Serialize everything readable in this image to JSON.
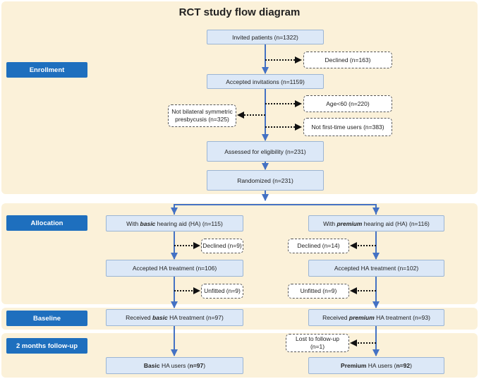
{
  "title": "RCT study flow diagram",
  "stages": {
    "enrollment": "Enrollment",
    "allocation": "Allocation",
    "baseline": "Baseline",
    "followup": "2 months follow-up"
  },
  "enrollment": {
    "invited": "Invited patients (n=1322)",
    "declined": "Declined (n=163)",
    "accepted": "Accepted invitations (n=1159)",
    "age": "Age<60 (n=220)",
    "not_first_time": "Not first-time users (n=383)",
    "not_bilateral_line1": "Not bilateral symmetric",
    "not_bilateral_line2": "presbycusis (n=325)",
    "assessed": "Assessed for eligibility (n=231)",
    "randomized": "Randomized (n=231)"
  },
  "basic": {
    "alloc_pre": "With ",
    "alloc_em": "basic",
    "alloc_post": " hearing aid (HA) (n=115)",
    "declined": "Declined (n=9)",
    "accepted": "Accepted HA treatment (n=106)",
    "unfitted": "Unfitted (n=9)",
    "received_pre": "Received ",
    "received_em": "basic",
    "received_post": " HA treatment (n=97)",
    "final_bold": "Basic",
    "final_mid": " HA users (",
    "final_n": "n=97",
    "final_end": ")"
  },
  "premium": {
    "alloc_pre": "With ",
    "alloc_em": "premium",
    "alloc_post": " hearing aid (HA) (n=116)",
    "declined": "Declined (n=14)",
    "accepted": "Accepted HA treatment (n=102)",
    "unfitted": "Unfitted (n=9)",
    "received_pre": "Received ",
    "received_em": "premium",
    "received_post": " HA treatment (n=93)",
    "lost_line1": "Lost to follow-up",
    "lost_line2": "(n=1)",
    "final_bold": "Premium",
    "final_mid": " HA users (",
    "final_n": "n=92",
    "final_end": ")"
  },
  "colors": {
    "panel": "#fbf1d9",
    "stage": "#1e6fbe",
    "box": "#dce8f7",
    "arrow": "#4472c4"
  }
}
